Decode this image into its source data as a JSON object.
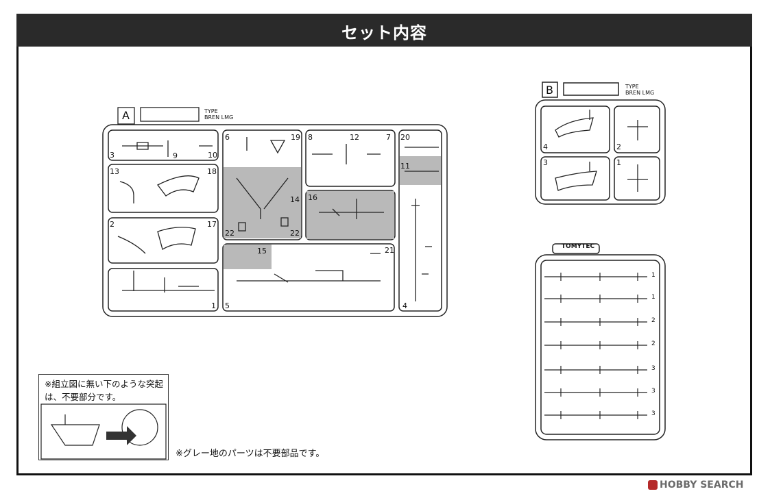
{
  "header": {
    "title": "セット内容"
  },
  "sprue_a": {
    "letter": "A",
    "type_line1": "TYPE",
    "type_line2": "BREN LMG",
    "part_numbers": [
      "3",
      "9",
      "10",
      "6",
      "19",
      "8",
      "12",
      "7",
      "20",
      "11",
      "13",
      "18",
      "14",
      "16",
      "2",
      "17",
      "22",
      "22",
      "15",
      "21",
      "5",
      "1",
      "4"
    ]
  },
  "sprue_b": {
    "letter": "B",
    "type_line1": "TYPE",
    "type_line2": "BREN LMG",
    "part_numbers": [
      "4",
      "2",
      "3",
      "1"
    ]
  },
  "tomytec_sprue": {
    "brand": "TOMYTEC",
    "part_numbers": [
      "1",
      "1",
      "2",
      "2",
      "3",
      "3",
      "3"
    ]
  },
  "notes": {
    "box_text": "※組立図に無い下のような突起は、不要部分です。",
    "gray_note": "※グレー地のパーツは不要部品です。"
  },
  "watermark": {
    "text": "HOBBY SEARCH"
  },
  "colors": {
    "header_bg": "#2a2a2a",
    "gray_area": "#b9b9b9",
    "line": "#222222",
    "watermark_r": "#b52a2a"
  }
}
